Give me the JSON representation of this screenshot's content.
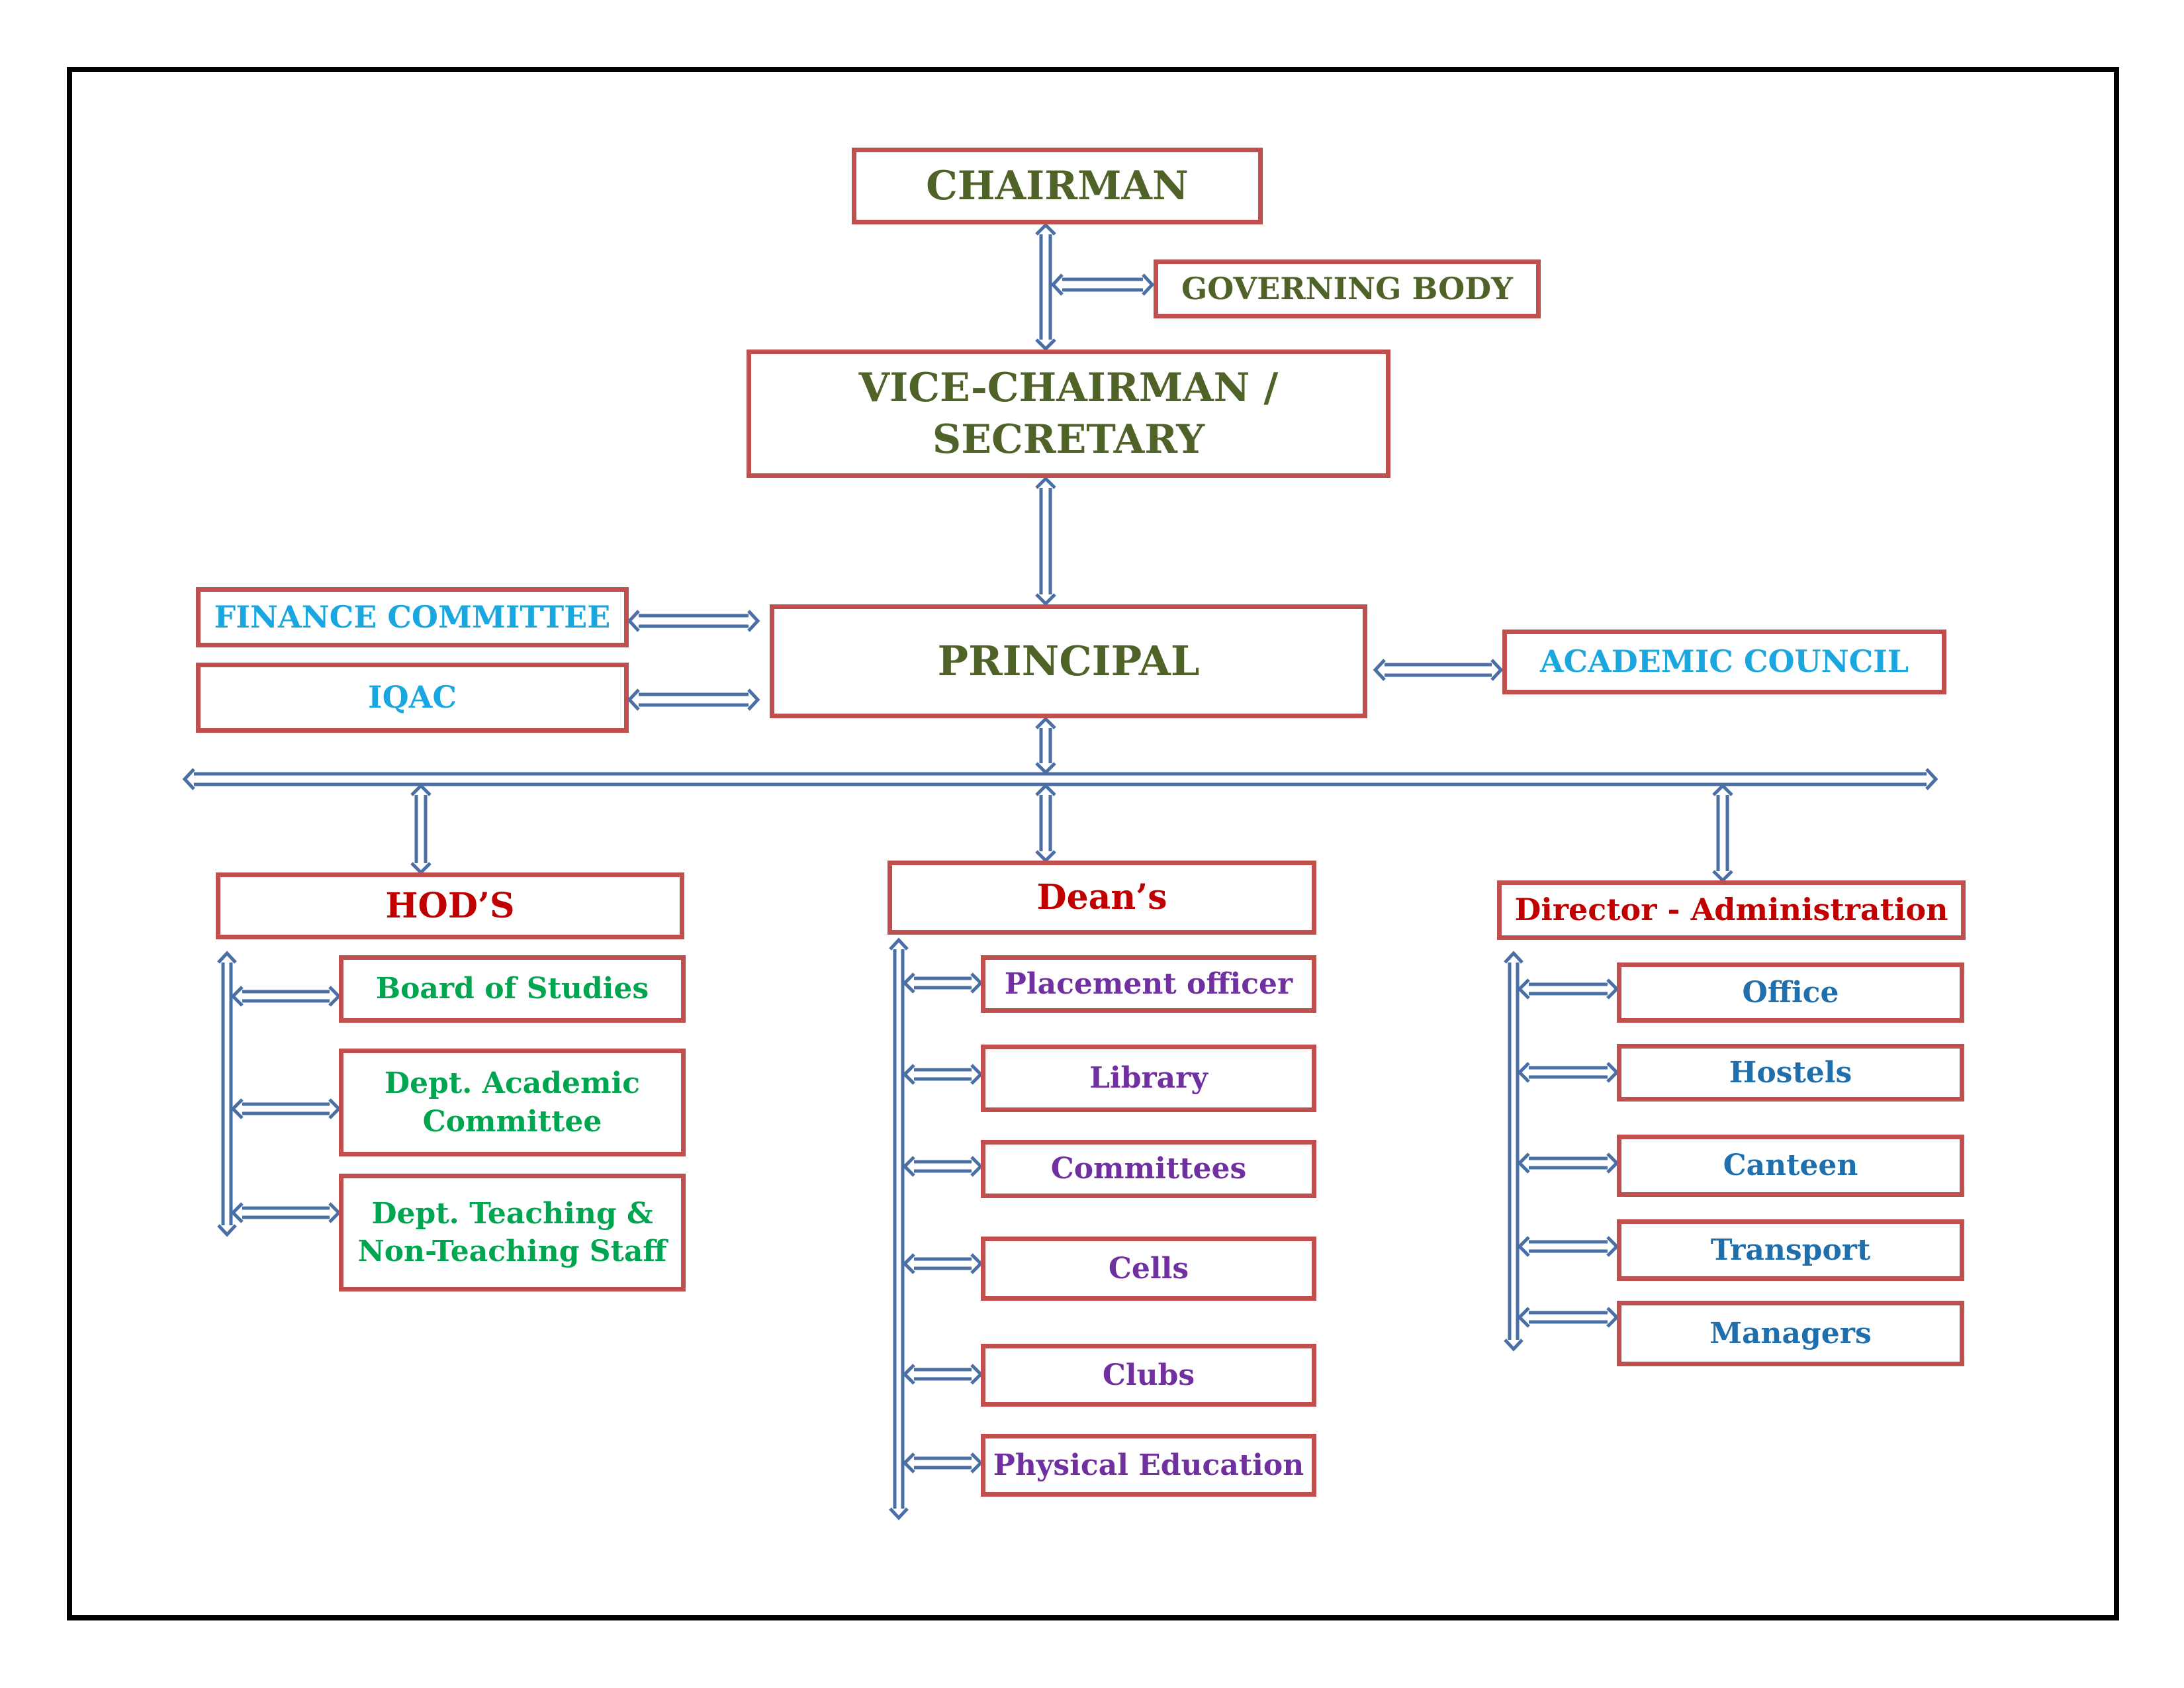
{
  "colors": {
    "box_border": "#c0504d",
    "connector": "#4a6fa5",
    "frame": "#000000",
    "executive_text": "#4f6228",
    "committee_text": "#1aa7e0",
    "head_text": "#c00000",
    "hod_items_text": "#00a550",
    "dean_items_text": "#7030a0",
    "admin_items_text": "#1f6fad"
  },
  "chart": {
    "chairman": "CHAIRMAN",
    "governing_body": "GOVERNING BODY",
    "vice_chairman": "VICE-CHAIRMAN /\nSECRETARY",
    "principal": "PRINCIPAL",
    "finance_committee": "FINANCE COMMITTEE",
    "iqac": "IQAC",
    "academic_council": "ACADEMIC COUNCIL"
  },
  "hods": {
    "title": "HOD’S",
    "items": [
      "Board of Studies",
      "Dept. Academic\nCommittee",
      "Dept. Teaching &\nNon-Teaching Staff"
    ]
  },
  "deans": {
    "title": "Dean’s",
    "items": [
      "Placement officer",
      "Library",
      "Committees",
      "Cells",
      "Clubs",
      "Physical Education"
    ]
  },
  "admin": {
    "title": "Director - Administration",
    "items": [
      "Office",
      "Hostels",
      "Canteen",
      "Transport",
      "Managers"
    ]
  }
}
